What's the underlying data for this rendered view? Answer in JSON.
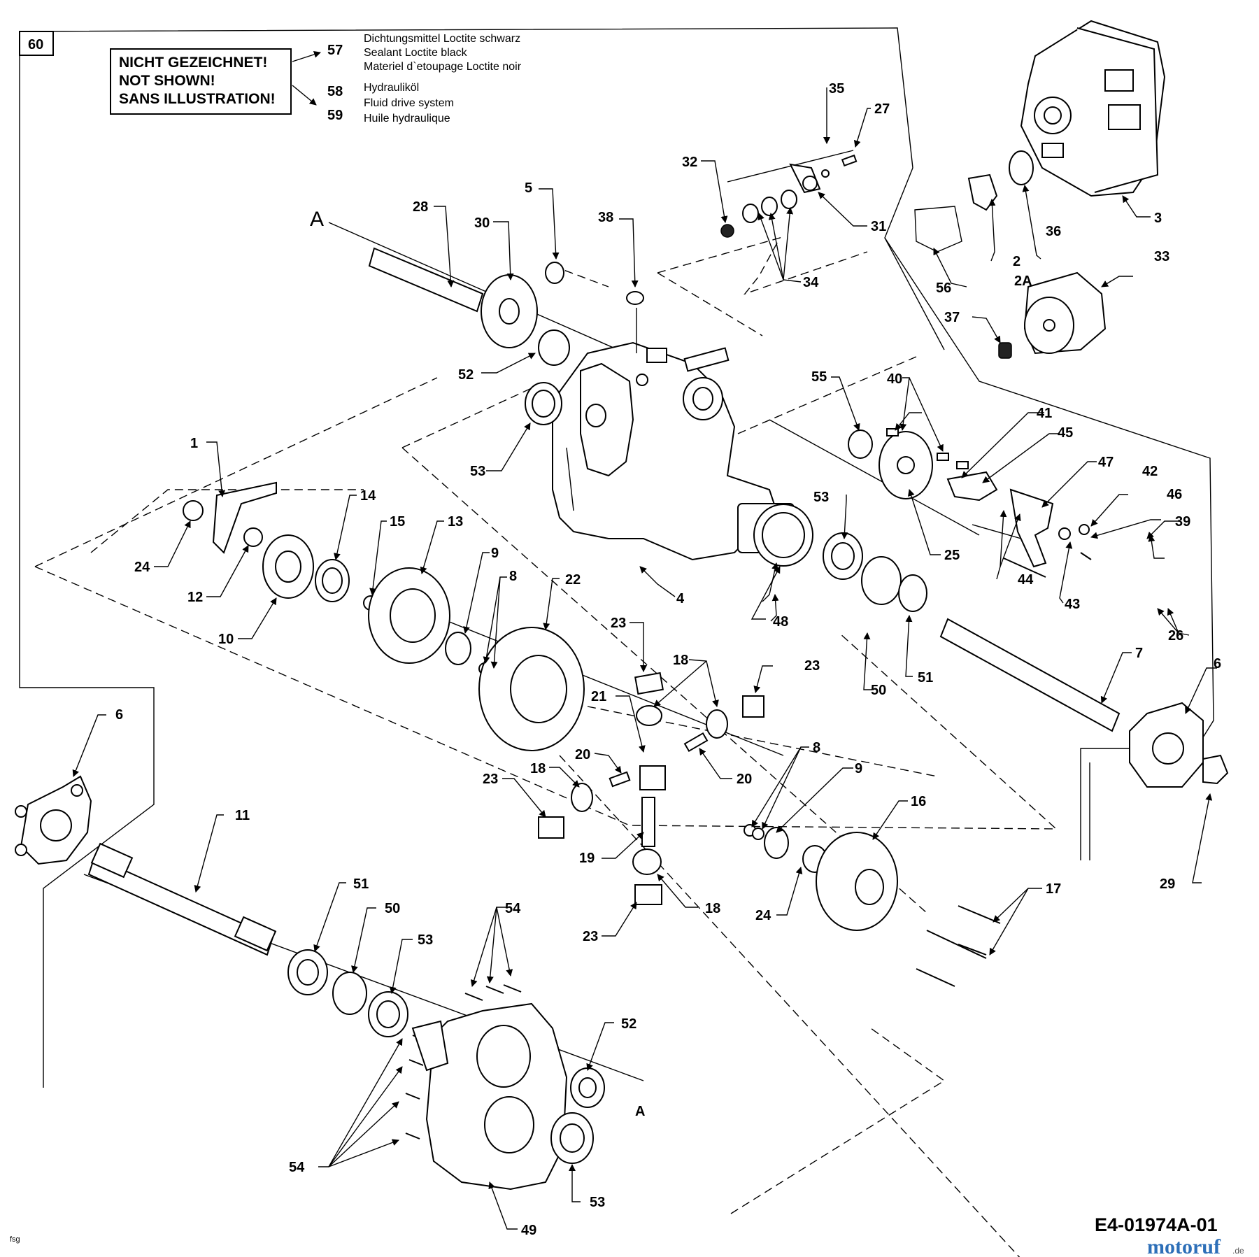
{
  "diagram": {
    "page_number": "60",
    "not_shown_box": [
      "NICHT GEZEICHNET!",
      "NOT SHOWN!",
      "SANS ILLUSTRATION!"
    ],
    "notes": [
      {
        "num": "57",
        "lines": [
          "Dichtungsmittel Loctite schwarz",
          "Sealant Loctite black",
          "Materiel d`etoupage Loctite noir"
        ]
      },
      {
        "num": "58",
        "lines": [
          "Hydrauliköl",
          "Fluid drive system"
        ]
      },
      {
        "num": "59",
        "lines": [
          "Huile hydraulique"
        ]
      }
    ],
    "reference_letter": "A",
    "drawing_number": "E4-01974A-01",
    "corner_mark": "fsg",
    "brand": {
      "name": "motoruf",
      "suffix": ".de"
    },
    "callouts": [
      {
        "id": "c1",
        "text": "1"
      },
      {
        "id": "c2",
        "text": "2"
      },
      {
        "id": "c2a",
        "text": "2A"
      },
      {
        "id": "c3",
        "text": "3"
      },
      {
        "id": "c4",
        "text": "4"
      },
      {
        "id": "c5",
        "text": "5"
      },
      {
        "id": "c6a",
        "text": "6"
      },
      {
        "id": "c6b",
        "text": "6"
      },
      {
        "id": "c7",
        "text": "7"
      },
      {
        "id": "c8a",
        "text": "8"
      },
      {
        "id": "c8b",
        "text": "8"
      },
      {
        "id": "c9a",
        "text": "9"
      },
      {
        "id": "c9b",
        "text": "9"
      },
      {
        "id": "c10",
        "text": "10"
      },
      {
        "id": "c11",
        "text": "11"
      },
      {
        "id": "c12",
        "text": "12"
      },
      {
        "id": "c13",
        "text": "13"
      },
      {
        "id": "c14",
        "text": "14"
      },
      {
        "id": "c15",
        "text": "15"
      },
      {
        "id": "c16",
        "text": "16"
      },
      {
        "id": "c17",
        "text": "17"
      },
      {
        "id": "c18a",
        "text": "18"
      },
      {
        "id": "c18b",
        "text": "18"
      },
      {
        "id": "c18c",
        "text": "18"
      },
      {
        "id": "c19",
        "text": "19"
      },
      {
        "id": "c20a",
        "text": "20"
      },
      {
        "id": "c20b",
        "text": "20"
      },
      {
        "id": "c21",
        "text": "21"
      },
      {
        "id": "c22",
        "text": "22"
      },
      {
        "id": "c23a",
        "text": "23"
      },
      {
        "id": "c23b",
        "text": "23"
      },
      {
        "id": "c23c",
        "text": "23"
      },
      {
        "id": "c23d",
        "text": "23"
      },
      {
        "id": "c24a",
        "text": "24"
      },
      {
        "id": "c24b",
        "text": "24"
      },
      {
        "id": "c25",
        "text": "25"
      },
      {
        "id": "c26",
        "text": "26"
      },
      {
        "id": "c27",
        "text": "27"
      },
      {
        "id": "c28",
        "text": "28"
      },
      {
        "id": "c29",
        "text": "29"
      },
      {
        "id": "c30",
        "text": "30"
      },
      {
        "id": "c31",
        "text": "31"
      },
      {
        "id": "c32",
        "text": "32"
      },
      {
        "id": "c33",
        "text": "33"
      },
      {
        "id": "c34",
        "text": "34"
      },
      {
        "id": "c35",
        "text": "35"
      },
      {
        "id": "c36",
        "text": "36"
      },
      {
        "id": "c37",
        "text": "37"
      },
      {
        "id": "c38",
        "text": "38"
      },
      {
        "id": "c39",
        "text": "39"
      },
      {
        "id": "c40",
        "text": "40"
      },
      {
        "id": "c41",
        "text": "41"
      },
      {
        "id": "c42",
        "text": "42"
      },
      {
        "id": "c43",
        "text": "43"
      },
      {
        "id": "c44",
        "text": "44"
      },
      {
        "id": "c45",
        "text": "45"
      },
      {
        "id": "c46",
        "text": "46"
      },
      {
        "id": "c47",
        "text": "47"
      },
      {
        "id": "c48",
        "text": "48"
      },
      {
        "id": "c49",
        "text": "49"
      },
      {
        "id": "c50a",
        "text": "50"
      },
      {
        "id": "c50b",
        "text": "50"
      },
      {
        "id": "c51a",
        "text": "51"
      },
      {
        "id": "c51b",
        "text": "51"
      },
      {
        "id": "c52a",
        "text": "52"
      },
      {
        "id": "c52b",
        "text": "52"
      },
      {
        "id": "c53a",
        "text": "53"
      },
      {
        "id": "c53b",
        "text": "53"
      },
      {
        "id": "c53c",
        "text": "53"
      },
      {
        "id": "c53d",
        "text": "53"
      },
      {
        "id": "c54a",
        "text": "54"
      },
      {
        "id": "c54b",
        "text": "54"
      },
      {
        "id": "c55",
        "text": "55"
      },
      {
        "id": "c56",
        "text": "56"
      }
    ]
  }
}
